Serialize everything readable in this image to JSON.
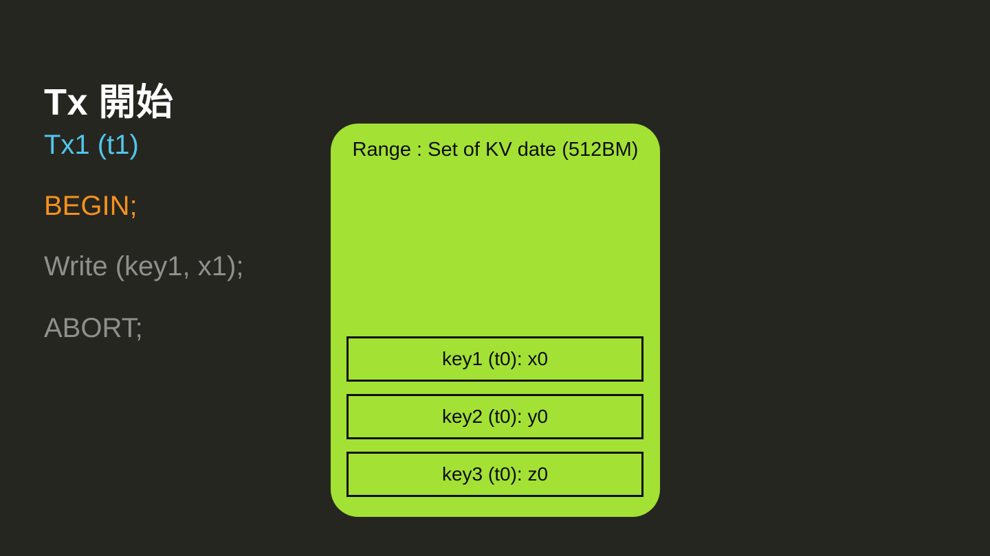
{
  "slide": {
    "title": "Tx 開始",
    "code_lines": [
      {
        "text": "Tx1 (t1)",
        "color": "#53C6EA"
      },
      {
        "text": "BEGIN;",
        "color": "#F6921E"
      },
      {
        "text": "Write (key1, x1);",
        "color": "#8F8F8B"
      },
      {
        "text": "ABORT;",
        "color": "#8F8F8B"
      }
    ],
    "kv_panel": {
      "title": "Range : Set of KV date (512BM)",
      "entries": [
        "key1 (t0): x0",
        "key2 (t0): y0",
        "key3 (t0): z0"
      ]
    },
    "colors": {
      "background": "#262621",
      "title_text": "#FFFFFF",
      "panel_background": "#A3E135",
      "panel_text": "#0D0D0D",
      "panel_border": "#0D0D0D",
      "tx_label": "#53C6EA",
      "begin_statement": "#F6921E",
      "inactive_statement": "#8F8F8B"
    }
  }
}
